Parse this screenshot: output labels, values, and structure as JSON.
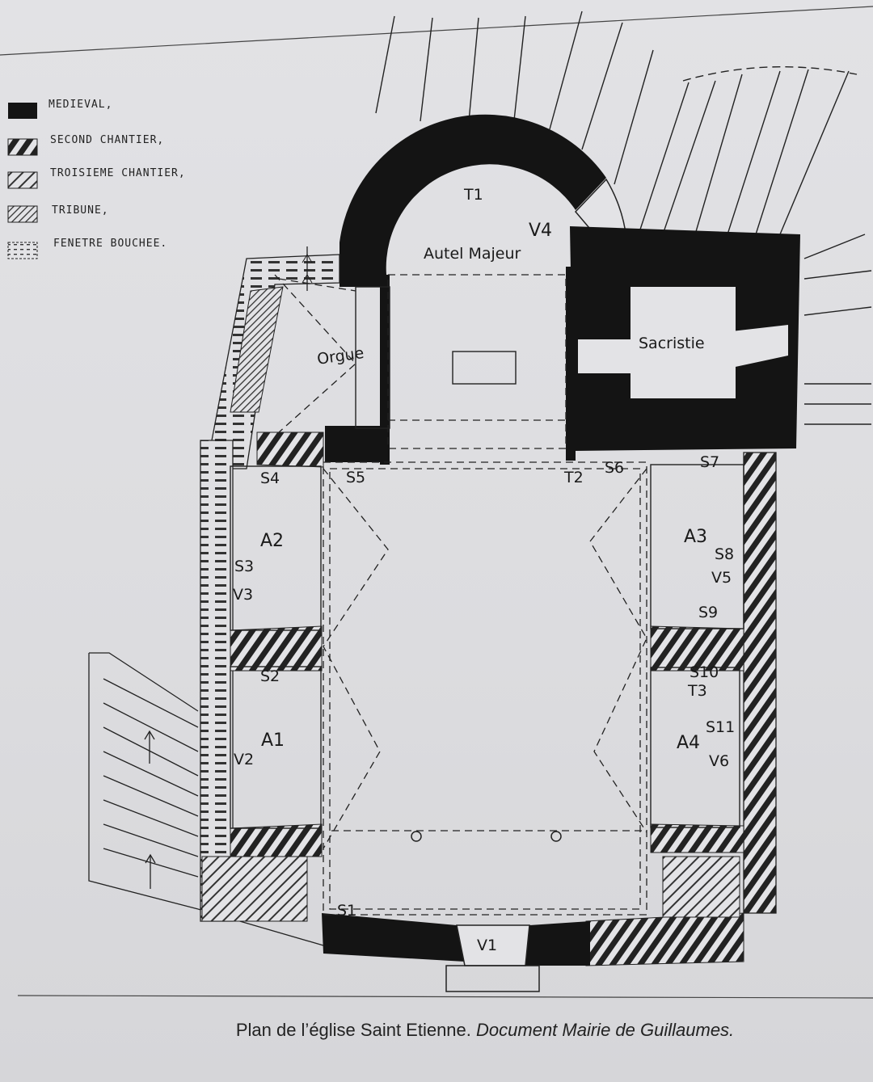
{
  "legend": [
    {
      "label": "MEDIEVAL,",
      "pattern": "solid"
    },
    {
      "label": "SECOND CHANTIER,",
      "pattern": "hatch-wide"
    },
    {
      "label": "TROISIEME CHANTIER,",
      "pattern": "hatch-dense"
    },
    {
      "label": "TRIBUNE,",
      "pattern": "hatch-tight"
    },
    {
      "label": "FENETRE BOUCHEE.",
      "pattern": "dotted"
    }
  ],
  "rooms": {
    "apse": "T1",
    "v4": "V4",
    "altar": "Autel Majeur",
    "organ": "Orgue",
    "sacristy": "Sacristie",
    "a1": "A1",
    "a2": "A2",
    "a3": "A3",
    "a4": "A4"
  },
  "marks": {
    "s1": "S1",
    "s2": "S2",
    "s3": "S3",
    "s4": "S4",
    "s5": "S5",
    "s6": "S6",
    "s7": "S7",
    "s8": "S8",
    "s9": "S9",
    "s10": "S10",
    "s11": "S11",
    "t2": "T2",
    "t3": "T3",
    "v1": "V1",
    "v2": "V2",
    "v3": "V3",
    "v5": "V5",
    "v6": "V6"
  },
  "caption": {
    "main": "Plan de l’église Saint Etienne.",
    "source": "Document Mairie de Guillaumes."
  },
  "colors": {
    "ink": "#141414",
    "paper": "#e3e3e6"
  }
}
